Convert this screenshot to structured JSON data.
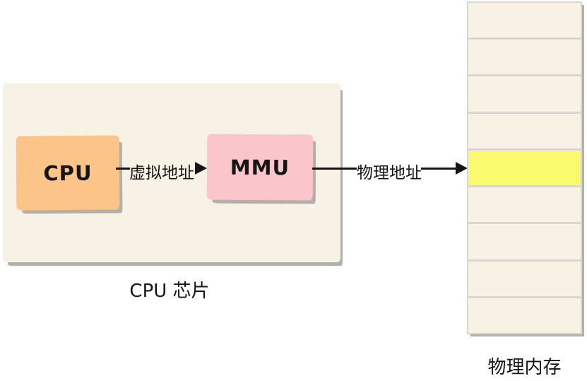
{
  "chip": {
    "caption": "CPU 芯片",
    "cpu_label": "CPU",
    "mmu_label": "MMU"
  },
  "arrows": {
    "virtual_address_label": "虚拟地址",
    "physical_address_label": "物理地址"
  },
  "memory": {
    "caption": "物理内存",
    "cell_count": 9,
    "highlighted_cell_index": 4,
    "cells": [
      {
        "highlighted": false
      },
      {
        "highlighted": false
      },
      {
        "highlighted": false
      },
      {
        "highlighted": false
      },
      {
        "highlighted": true
      },
      {
        "highlighted": false
      },
      {
        "highlighted": false
      },
      {
        "highlighted": false
      },
      {
        "highlighted": false
      }
    ]
  },
  "colors": {
    "background": "#ffffff",
    "chip_fill": "#f8f2e5",
    "cpu_fill": "#fbc488",
    "mmu_fill": "#fbc6cb",
    "memory_cell_fill": "#f8f2e5",
    "highlight_fill": "#f9fa6e",
    "shadow": "#b2b0ac",
    "divider": "#d8d6d2",
    "line": "#151515"
  }
}
